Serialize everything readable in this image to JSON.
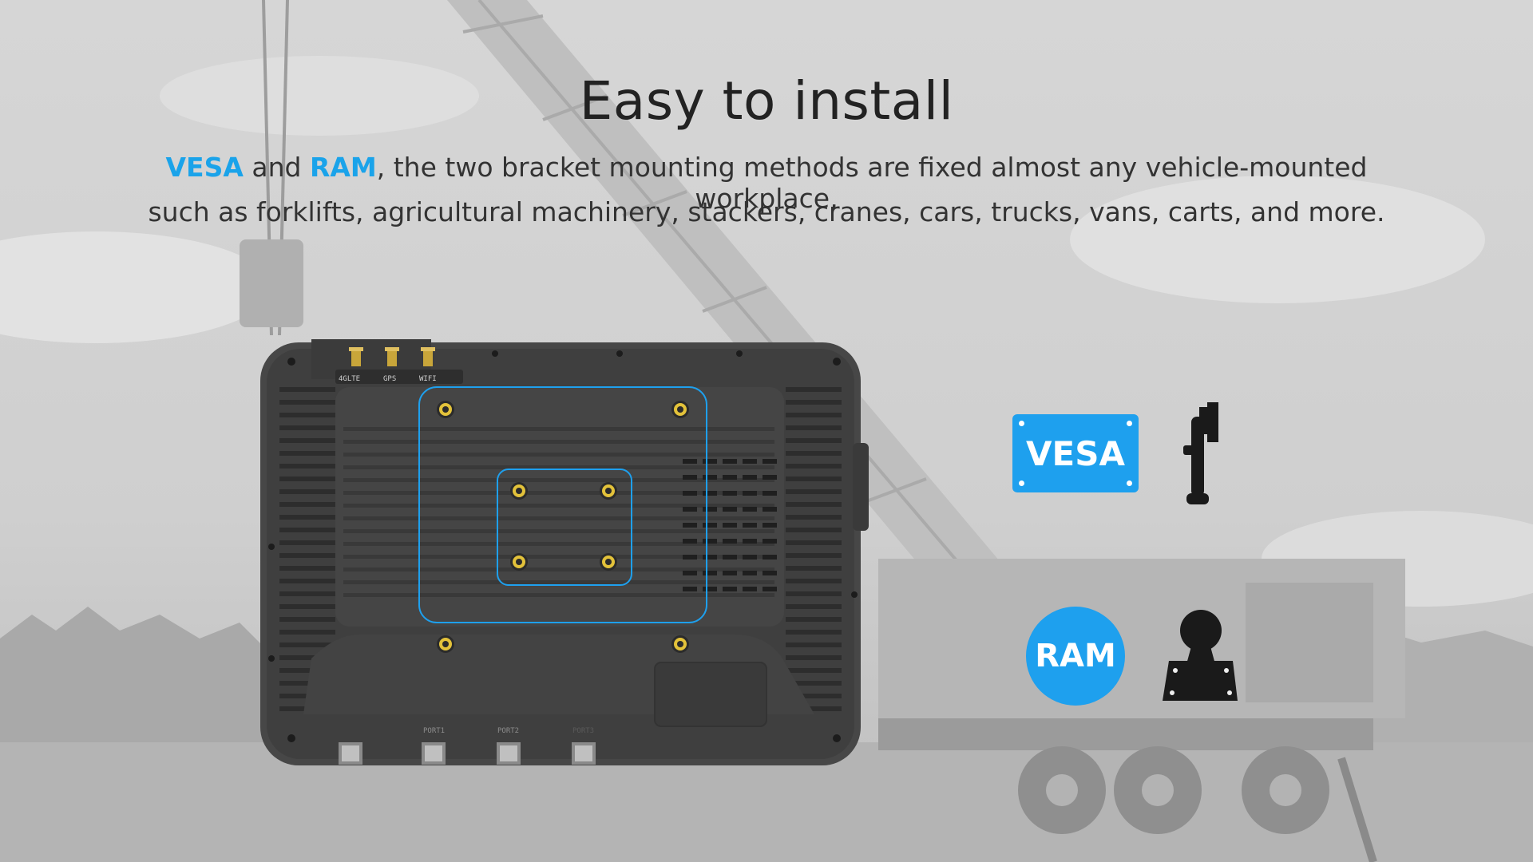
{
  "header": {
    "title": "Easy to install"
  },
  "description": {
    "line1": {
      "vesa": "VESA",
      "and": " and ",
      "ram": "RAM",
      "rest": ", the two bracket mounting methods are fixed almost any vehicle-mounted workplace,"
    },
    "line2": "such as forklifts, agricultural machinery, stackers, cranes, cars, trucks, vans, carts, and more."
  },
  "device": {
    "antenna_labels": [
      "4GLTE",
      "GPS",
      "WIFI"
    ],
    "port_labels": [
      "PORT1",
      "PORT2",
      "PORT3"
    ]
  },
  "mounts": {
    "vesa_label": "VESA",
    "ram_label": "RAM"
  },
  "colors": {
    "accent": "#1ea0ee",
    "title": "#222222",
    "text": "#333333"
  },
  "icons": [
    "vesa-bracket-icon",
    "ram-ball-mount-icon"
  ]
}
